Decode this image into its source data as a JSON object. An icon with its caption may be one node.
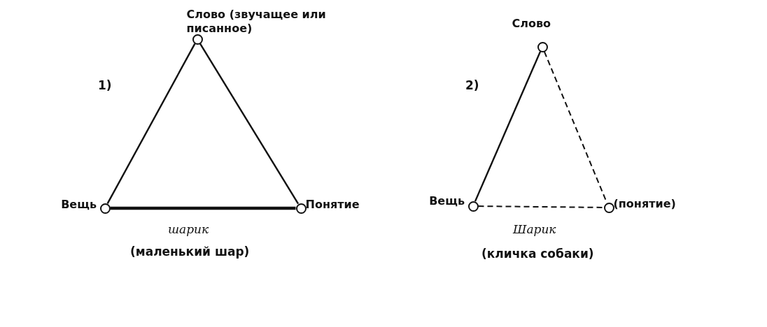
{
  "diagram": {
    "nodes": [
      {
        "text": [
          "Слово (звучащее или писанное)"
        ]
      },
      {
        "text": [
          "Вещь"
        ]
      },
      {
        "text": [
          "Понятие"
        ]
      },
      {
        "text": [
          "Слово"
        ]
      },
      {
        "text": [
          "Вещь"
        ]
      },
      {
        "text": [
          "(понятие)"
        ]
      }
    ],
    "edges": [
      {
        "from": 0,
        "to": 1,
        "arrow": "none"
      },
      {
        "from": 0,
        "to": 2,
        "arrow": "none"
      },
      {
        "from": 1,
        "to": 2,
        "arrow": "none",
        "style": "thick"
      },
      {
        "from": 3,
        "to": 4,
        "arrow": "none"
      },
      {
        "from": 3,
        "to": 5,
        "arrow": "none",
        "style": "dashed"
      },
      {
        "from": 4,
        "to": 5,
        "arrow": "none",
        "style": "dashed"
      }
    ],
    "labels": [
      "1)",
      "шарик",
      "(маленький шар)",
      "2)",
      "Шарик",
      "(кличка собаки)"
    ]
  }
}
